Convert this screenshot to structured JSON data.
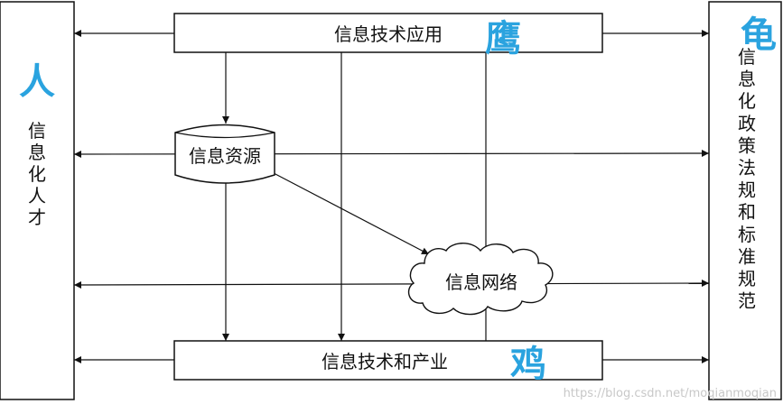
{
  "nodes": {
    "it_application": "信息技术应用",
    "info_resources": "信息资源",
    "info_network": "信息网络",
    "it_industry": "信息技术和产业",
    "talent": "信息化人才",
    "policy": "信息化政策法规和标准规范"
  },
  "annotations": {
    "person": "人",
    "eagle": "鹰",
    "turtle": "龟",
    "chicken": "鸡"
  },
  "watermark": "https://blog.csdn.net/moqianmoqian",
  "colors": {
    "annotation": "#2aa3df",
    "line": "#111111",
    "watermark": "#c8c8c8"
  }
}
